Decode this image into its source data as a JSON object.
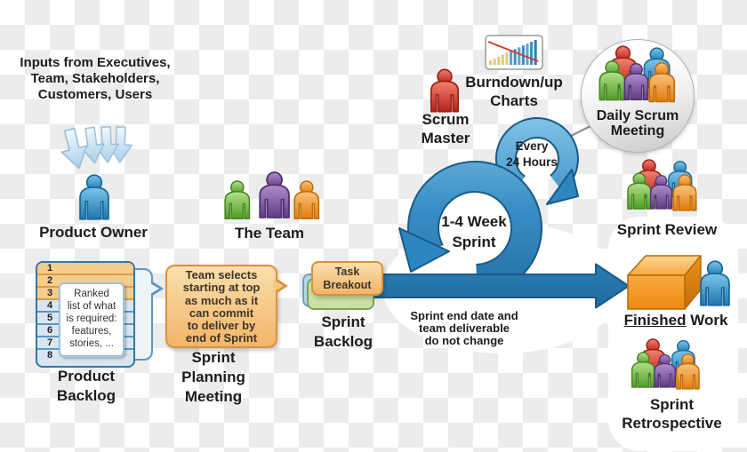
{
  "title": "Scrum process diagram",
  "labels": {
    "inputs": [
      "Inputs from Executives,",
      "Team, Stakeholders,",
      "Customers, Users"
    ],
    "product_owner": "Product Owner",
    "the_team": "The Team",
    "product_backlog": [
      "Product",
      "Backlog"
    ],
    "backlog_rows": [
      "1",
      "2",
      "3",
      "4",
      "5",
      "6",
      "7",
      "8"
    ],
    "backlog_note": [
      "Ranked",
      "list of what",
      "is required:",
      "features,",
      "stories, ..."
    ],
    "sprint_planning_note": [
      "Team selects",
      "starting at top",
      "as much as it",
      "can commit",
      "to deliver by",
      "end of Sprint"
    ],
    "sprint_planning": [
      "Sprint",
      "Planning",
      "Meeting"
    ],
    "task_breakout": [
      "Task",
      "Breakout"
    ],
    "sprint_backlog": [
      "Sprint",
      "Backlog"
    ],
    "scrum_master": [
      "Scrum",
      "Master"
    ],
    "burndown_charts": [
      "Burndown/up",
      "Charts"
    ],
    "daily_scrum": [
      "Daily Scrum",
      "Meeting"
    ],
    "every_24_hours": [
      "Every",
      "24 Hours"
    ],
    "sprint_loop": [
      "1-4 Week",
      "Sprint"
    ],
    "sprint_note": [
      "Sprint end date and",
      "team deliverable",
      "do not change"
    ],
    "sprint_review": "Sprint Review",
    "finished_work": [
      "Finished",
      " Work"
    ],
    "sprint_retrospective": [
      "Sprint",
      "Retrospective"
    ]
  },
  "icons": {
    "funnel": "funnel-arrows-icon",
    "chart": "burndown-chart-icon",
    "cube": "finished-work-cube-icon",
    "loop_large": "sprint-loop-arrow-icon",
    "loop_small": "daily-24h-loop-arrow-icon",
    "flow_arrow": "flow-arrow-icon",
    "person": "person-icon",
    "crowd": "crowd-icon"
  },
  "colors": {
    "flow_blue": "#2e86c1",
    "flow_blue_dark": "#1a5a86",
    "box_orange": "#f2b568",
    "box_orange_border": "#d9913f",
    "backlog_row_orange": "#f7cd8c",
    "backlog_row_blue": "#d9e6f2",
    "person_blue": "#2b8fc7",
    "person_green": "#6cbf3f",
    "person_purple": "#7b4fa0",
    "person_orange": "#f29322",
    "person_red": "#d9352b",
    "cube_orange": "#f59d2c",
    "circle_gray": "#d9d9d9",
    "checker_gray": "#ececec",
    "text_black": "#1c1c1c"
  }
}
